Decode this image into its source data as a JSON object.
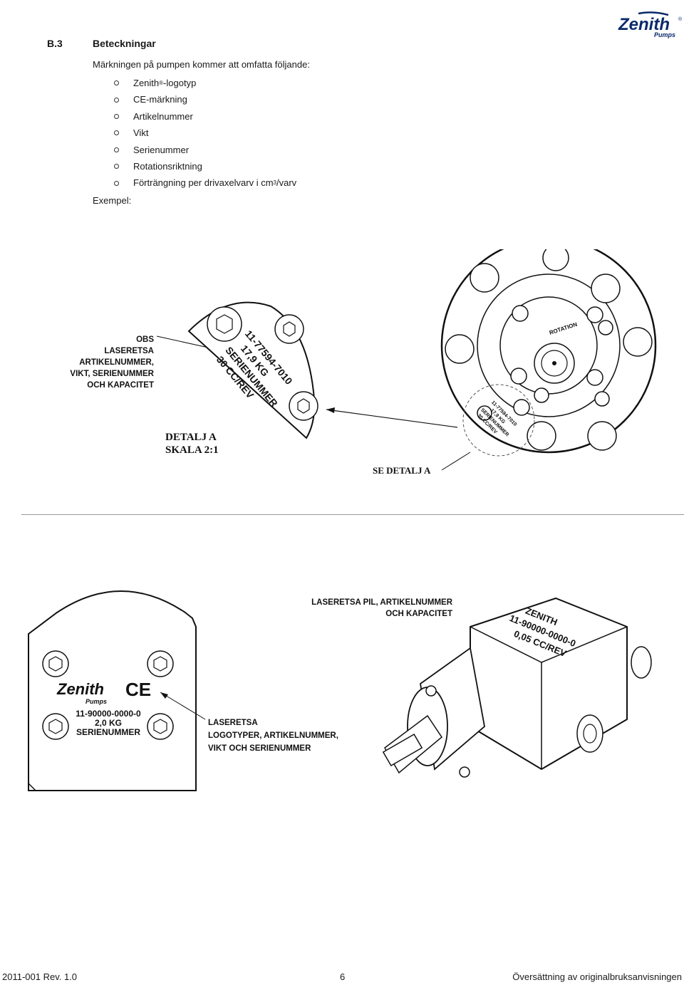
{
  "section": {
    "number": "B.3",
    "title": "Beteckningar"
  },
  "intro": "Märkningen på pumpen kommer att omfatta följande:",
  "marking_items": [
    {
      "text": "Zenith",
      "sup": "®",
      "suffix": "-logotyp"
    },
    {
      "text": "CE-märkning"
    },
    {
      "text": "Artikelnummer"
    },
    {
      "text": "Vikt"
    },
    {
      "text": "Serienummer"
    },
    {
      "text": "Rotationsriktning"
    },
    {
      "text": "Förträngning per drivaxelvarv i cm",
      "sup": "3",
      "suffix": "/varv"
    }
  ],
  "example_label": "Exempel:",
  "logo": {
    "name": "Zenith",
    "sub": "Pumps",
    "reg": "®"
  },
  "figure_top": {
    "callout_lines": [
      "OBS",
      "LASERETSA",
      "ARTIKELNUMMER,",
      "VIKT, SERIENUMMER",
      "OCH KAPACITET"
    ],
    "detail_title": "DETALJ A",
    "detail_scale": "SKALA 2:1",
    "see_detail": "SE DETALJ A",
    "engraving": [
      "11-77594-7010",
      "17,9 KG",
      "SERIENUMMER",
      "30 CC/REV"
    ],
    "rotation_label": "ROTATION"
  },
  "figure_bottom": {
    "callout_top": [
      "LASERETSA PIL, ARTIKELNUMMER",
      "OCH KAPACITET"
    ],
    "callout_left": [
      "LASERETSA",
      "LOGOTYPER, ARTIKELNUMMER,",
      "VIKT OCH SERIENUMMER"
    ],
    "plate_logo": "Zenith",
    "plate_logo_sub": "Pumps",
    "plate_ce": "CE",
    "plate_lines": [
      "11-90000-0000-0",
      "2,0 KG",
      "SERIENUMMER"
    ],
    "iso_engraving": [
      "ZENITH",
      "11-90000-0000-0",
      "0,05 CC/REV"
    ]
  },
  "footer": {
    "left": "2011-001 Rev. 1.0",
    "page": "6",
    "right": "Översättning av originalbruksanvisningen"
  }
}
